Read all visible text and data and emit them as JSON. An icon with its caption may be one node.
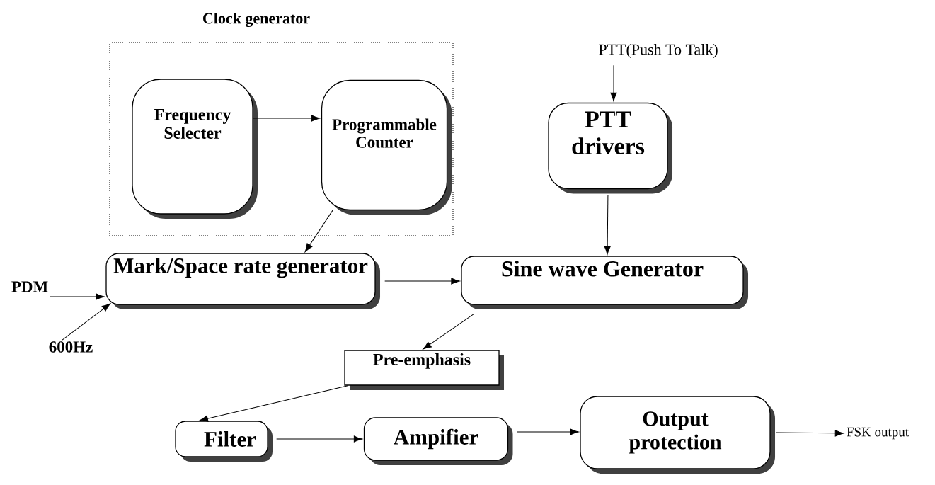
{
  "diagram": {
    "nodes": [
      {
        "text": [
          "Clock generator"
        ]
      },
      {
        "text": [
          "Frequency Selecter"
        ],
        "in": 0
      },
      {
        "text": [
          "Programmable Counter"
        ],
        "in": 0
      },
      {
        "text": [
          "PTT(Push To Talk)"
        ]
      },
      {
        "text": [
          "PTT drivers"
        ]
      },
      {
        "text": [
          "Mark/Space rate generator"
        ]
      },
      {
        "text": [
          "Sine wave Generator"
        ]
      },
      {
        "text": [
          "PDM"
        ]
      },
      {
        "text": [
          "600Hz"
        ]
      },
      {
        "text": [
          "Pre-emphasis"
        ]
      },
      {
        "text": [
          "Filter"
        ]
      },
      {
        "text": [
          "Ampifier"
        ]
      },
      {
        "text": [
          "Output protection"
        ]
      },
      {
        "text": [
          "FSK output"
        ]
      }
    ],
    "edges": [
      {
        "from": 1,
        "to": 2,
        "arrow": "to"
      },
      {
        "from": 2,
        "to": 5,
        "arrow": "to"
      },
      {
        "from": 3,
        "to": 4,
        "arrow": "to"
      },
      {
        "from": 4,
        "to": 6,
        "arrow": "to"
      },
      {
        "from": 7,
        "to": 5,
        "arrow": "to"
      },
      {
        "from": 8,
        "to": 5,
        "arrow": "to"
      },
      {
        "from": 5,
        "to": 6,
        "arrow": "to"
      },
      {
        "from": 6,
        "to": 9,
        "arrow": "to"
      },
      {
        "from": 9,
        "to": 10,
        "arrow": "to"
      },
      {
        "from": 10,
        "to": 11,
        "arrow": "to"
      },
      {
        "from": 11,
        "to": 12,
        "arrow": "to"
      },
      {
        "from": 12,
        "to": 13,
        "arrow": "to"
      }
    ]
  }
}
